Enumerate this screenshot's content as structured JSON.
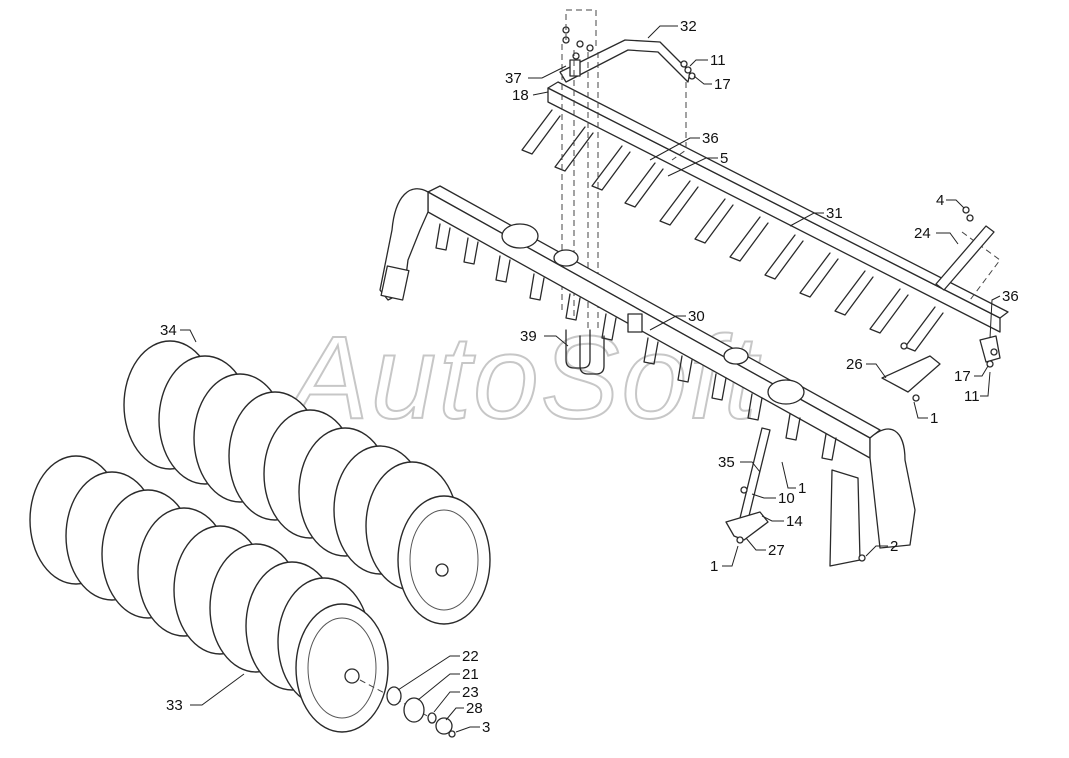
{
  "watermark": "AutoSoft",
  "callouts": [
    {
      "id": "c32",
      "label": "32"
    },
    {
      "id": "c11a",
      "label": "11"
    },
    {
      "id": "c17a",
      "label": "17"
    },
    {
      "id": "c37",
      "label": "37"
    },
    {
      "id": "c18",
      "label": "18"
    },
    {
      "id": "c36a",
      "label": "36"
    },
    {
      "id": "c5",
      "label": "5"
    },
    {
      "id": "c31",
      "label": "31"
    },
    {
      "id": "c4",
      "label": "4"
    },
    {
      "id": "c24",
      "label": "24"
    },
    {
      "id": "c36b",
      "label": "36"
    },
    {
      "id": "c30",
      "label": "30"
    },
    {
      "id": "c39",
      "label": "39"
    },
    {
      "id": "c34",
      "label": "34"
    },
    {
      "id": "c26",
      "label": "26"
    },
    {
      "id": "c17b",
      "label": "17"
    },
    {
      "id": "c11b",
      "label": "11"
    },
    {
      "id": "c1a",
      "label": "1"
    },
    {
      "id": "c1b",
      "label": "1"
    },
    {
      "id": "c35",
      "label": "35"
    },
    {
      "id": "c10",
      "label": "10"
    },
    {
      "id": "c14",
      "label": "14"
    },
    {
      "id": "c27",
      "label": "27"
    },
    {
      "id": "c1c",
      "label": "1"
    },
    {
      "id": "c2",
      "label": "2"
    },
    {
      "id": "c22",
      "label": "22"
    },
    {
      "id": "c21",
      "label": "21"
    },
    {
      "id": "c23",
      "label": "23"
    },
    {
      "id": "c28",
      "label": "28"
    },
    {
      "id": "c3",
      "label": "3"
    },
    {
      "id": "c33",
      "label": "33"
    }
  ]
}
